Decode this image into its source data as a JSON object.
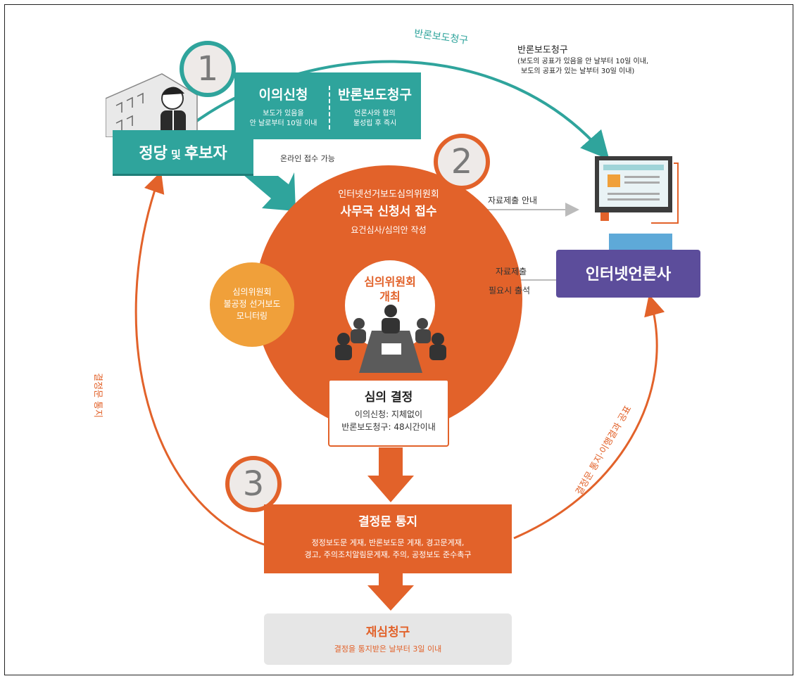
{
  "step1": {
    "number": "1",
    "title_left": "이의신청",
    "sub_left_1": "보도가 있음을",
    "sub_left_2": "안 날로부터 10일 이내",
    "title_right": "반론보도청구",
    "sub_right_1": "언론사와 협의",
    "sub_right_2": "불성립 후 즉시"
  },
  "party": {
    "main": "정당",
    "conj": "및",
    "main2": "후보자"
  },
  "online": "온라인 접수 가능",
  "top_arc_label": "반론보도청구",
  "top_right_note": {
    "title": "반론보도청구",
    "line1": "(보도의 공표가 있음을 안 날부터 10일 이내,",
    "line2": "보도의 공표가 있는 날부터 30일 이내)"
  },
  "step2": {
    "number": "2",
    "org": "인터넷선거보도심의위원회",
    "title": "사무국 신청서 접수",
    "sub": "요건심사/심의안 작성",
    "meeting_1": "심의위원회",
    "meeting_2": "개최"
  },
  "monitoring": {
    "l1": "심의위원회",
    "l2": "불공정 선거보도",
    "l3": "모니터링"
  },
  "guide": "자료제출 안내",
  "press": "인터넷언론사",
  "submit": {
    "l1": "자료제출",
    "l2": "필요시 출석"
  },
  "decision": {
    "title": "심의 결정",
    "l1": "이의신청: 지체없이",
    "l2": "반론보도청구: 48시간이내"
  },
  "step3": {
    "number": "3",
    "title": "결정문 통지",
    "l1": "정정보도문 게재, 반론보도문 게재, 경고문게재,",
    "l2": "경고, 주의조치알림문게재, 주의, 공정보도 준수촉구"
  },
  "left_arc_label": "결정문 통지",
  "right_arc_label": "결정문 통지·이행결과 공표",
  "retrial": {
    "title": "재심청구",
    "sub": "결정을 통지받은 날부터 3일 이내"
  },
  "colors": {
    "teal": "#2fa49c",
    "orange": "#e2622a",
    "purple": "#5c4d9b",
    "light_orange": "#f0a03a",
    "gray": "#e6e6e6"
  }
}
